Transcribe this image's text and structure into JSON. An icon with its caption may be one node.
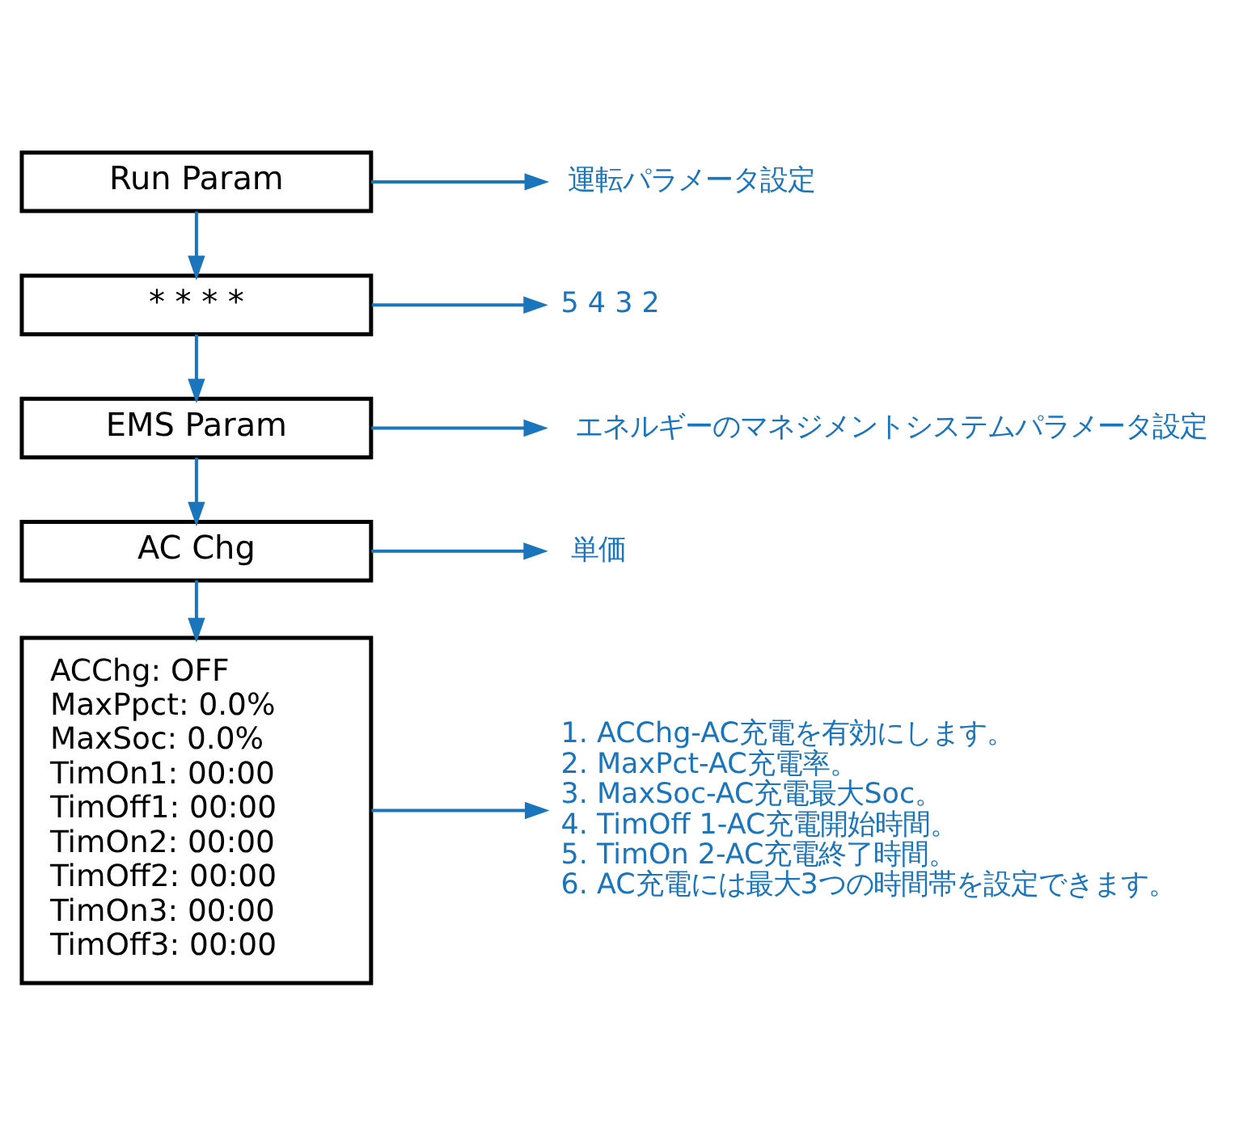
{
  "diagram": {
    "nodes": [
      {
        "text": [
          "Run Param"
        ]
      },
      {
        "text": [
          "運転パラメータ設定"
        ]
      },
      {
        "text": [
          "* * * *"
        ]
      },
      {
        "text": [
          "5 4 3 2"
        ]
      },
      {
        "text": [
          "EMS Param"
        ]
      },
      {
        "text": [
          "エネルギーのマネジメントシステムパラメータ設定"
        ]
      },
      {
        "text": [
          "AC Chg"
        ]
      },
      {
        "text": [
          "単価"
        ]
      },
      {
        "text": [
          "ACChg: OFF",
          "MaxPpct: 0.0%",
          "MaxSoc: 0.0%",
          "TimOn1: 00:00",
          "TimOff1: 00:00",
          "TimOn2: 00:00",
          "TimOff2: 00:00",
          "TimOn3: 00:00",
          "TimOff3: 00:00"
        ]
      },
      {
        "text": [
          "1. ACChg-AC充電を有効にします。",
          "2. MaxPct-AC充電率。",
          "3. MaxSoc-AC充電最大Soc。",
          "4. TimOff 1-AC充電開始時間。",
          "5. TimOn 2-AC充電終了時間。",
          "6. AC充電には最大3つの時間帯を設定できます。"
        ]
      }
    ],
    "edges": [
      {
        "from": 0,
        "to": 1,
        "arrow": "to"
      },
      {
        "from": 0,
        "to": 2,
        "arrow": "to"
      },
      {
        "from": 2,
        "to": 3,
        "arrow": "to"
      },
      {
        "from": 2,
        "to": 4,
        "arrow": "to"
      },
      {
        "from": 4,
        "to": 5,
        "arrow": "to"
      },
      {
        "from": 4,
        "to": 6,
        "arrow": "to"
      },
      {
        "from": 6,
        "to": 7,
        "arrow": "to"
      },
      {
        "from": 6,
        "to": 8,
        "arrow": "to"
      },
      {
        "from": 8,
        "to": 9,
        "arrow": "to"
      }
    ]
  }
}
